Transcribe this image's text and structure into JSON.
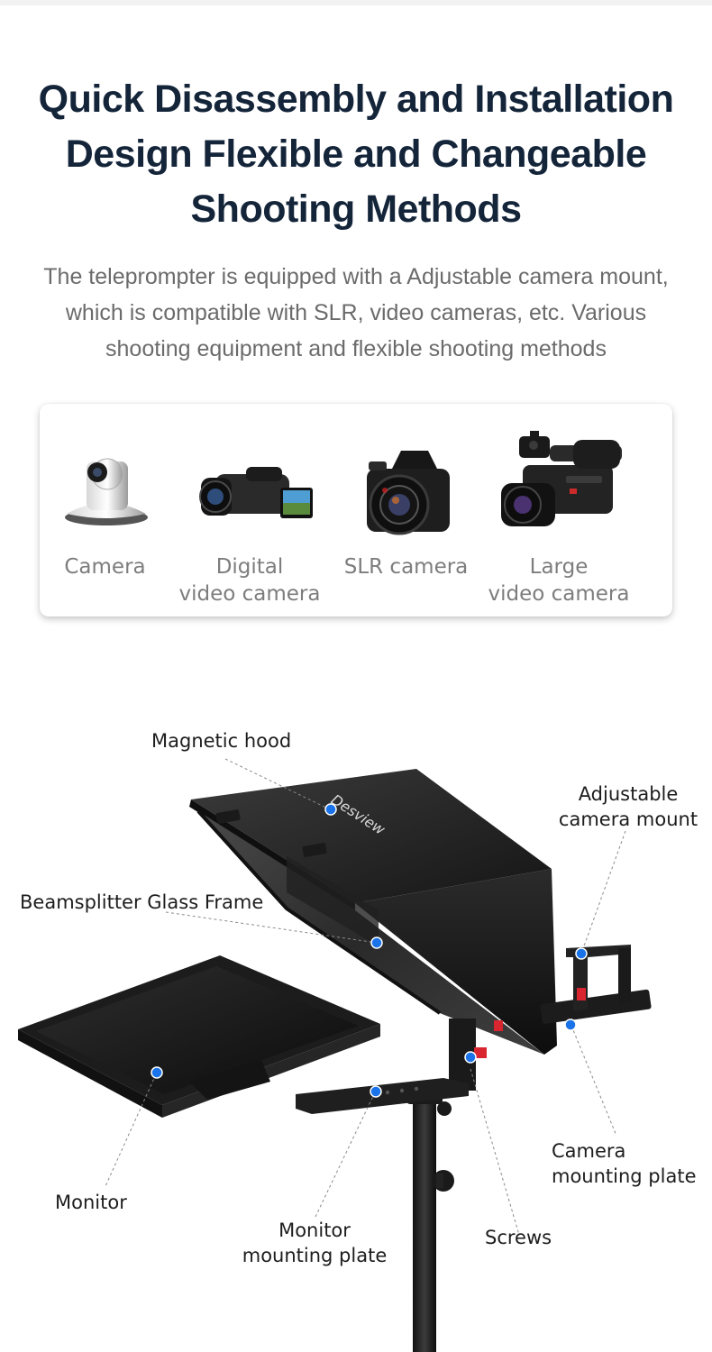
{
  "headline": {
    "line1": "Quick Disassembly and Installation",
    "line2": "Design Flexible and Changeable",
    "line3": "Shooting Methods"
  },
  "description": {
    "line1": "The teleprompter is equipped with a Adjustable camera mount,",
    "line2": "which is compatible with SLR, video cameras, etc. Various",
    "line3": "shooting equipment and flexible shooting methods"
  },
  "devices": [
    {
      "label_line1": "Camera",
      "label_line2": "",
      "icon": "ptz-camera-icon"
    },
    {
      "label_line1": "Digital",
      "label_line2": "video camera",
      "icon": "handheld-camcorder-icon"
    },
    {
      "label_line1": "SLR camera",
      "label_line2": "",
      "icon": "slr-camera-icon"
    },
    {
      "label_line1": "Large",
      "label_line2": "video camera",
      "icon": "pro-camcorder-icon"
    }
  ],
  "brand_text": "Desview",
  "callouts": {
    "magnetic_hood": "Magnetic hood",
    "adjustable_mount_line1": "Adjustable",
    "adjustable_mount_line2": "camera mount",
    "beamsplitter": "Beamsplitter Glass Frame",
    "monitor": "Monitor",
    "monitor_plate_line1": "Monitor",
    "monitor_plate_line2": "mounting plate",
    "screws": "Screws",
    "camera_plate_line1": "Camera",
    "camera_plate_line2": "mounting plate"
  },
  "colors": {
    "headline": "#14253a",
    "body_text": "#6b6b6b",
    "callout_dot": "#1a73e8",
    "accent_red": "#d9252f"
  }
}
